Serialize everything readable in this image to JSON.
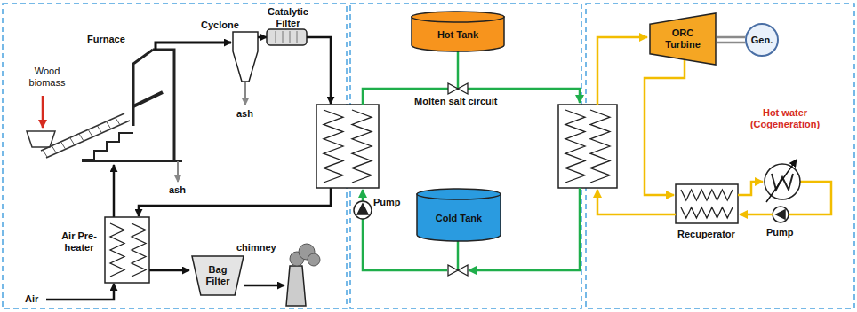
{
  "diagram": {
    "nodes": [
      {
        "text": [
          "Bag Filter"
        ]
      },
      {
        "text": [
          "Hot Tank"
        ]
      },
      {
        "text": [
          "Cold Tank"
        ]
      },
      {
        "text": [
          "ORC Turbine"
        ]
      },
      {
        "text": [
          "Gen."
        ]
      }
    ],
    "edges": [
      {
        "from": 3,
        "to": 4,
        "arrow": "none"
      }
    ],
    "labels": [
      "Wood biomass",
      "Furnace",
      "Cyclone",
      "Catalytic Filter",
      "ash",
      "ash",
      "Air Pre-heater",
      "Air",
      "chimney",
      "Molten salt circuit",
      "Pump",
      "Hot water (Cogeneration)",
      "Recuperator",
      "Pump"
    ]
  }
}
